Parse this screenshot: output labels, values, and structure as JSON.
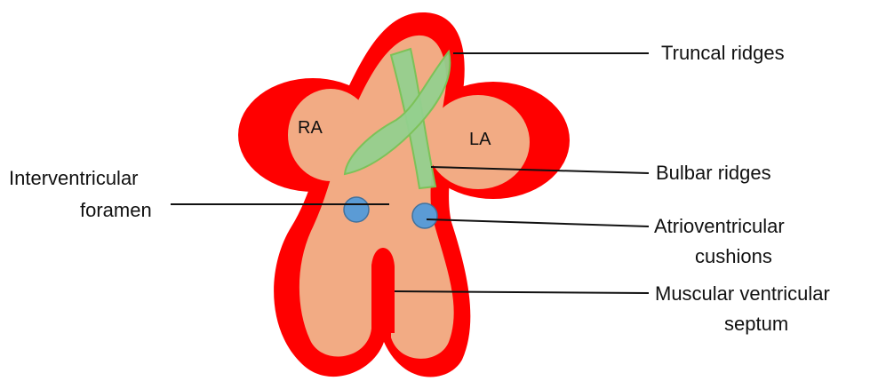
{
  "colors": {
    "wall": "#ff0000",
    "lumen": "#f2ab84",
    "ridges": "#93d08e",
    "ridges_outline": "#7cc258",
    "cushions": "#5b9bd5",
    "cushions_outline": "#41719c",
    "text": "#111111"
  },
  "chambers": {
    "right_atrium": "RA",
    "left_atrium": "LA"
  },
  "labels": {
    "truncal_ridges": "Truncal ridges",
    "bulbar_ridges": "Bulbar ridges",
    "iv_foramen_line1": "Interventricular",
    "iv_foramen_line2": "foramen",
    "av_cushions_line1": "Atrioventricular",
    "av_cushions_line2": "cushions",
    "muscular_septum_line1": "Muscular ventricular",
    "muscular_septum_line2": "septum"
  }
}
